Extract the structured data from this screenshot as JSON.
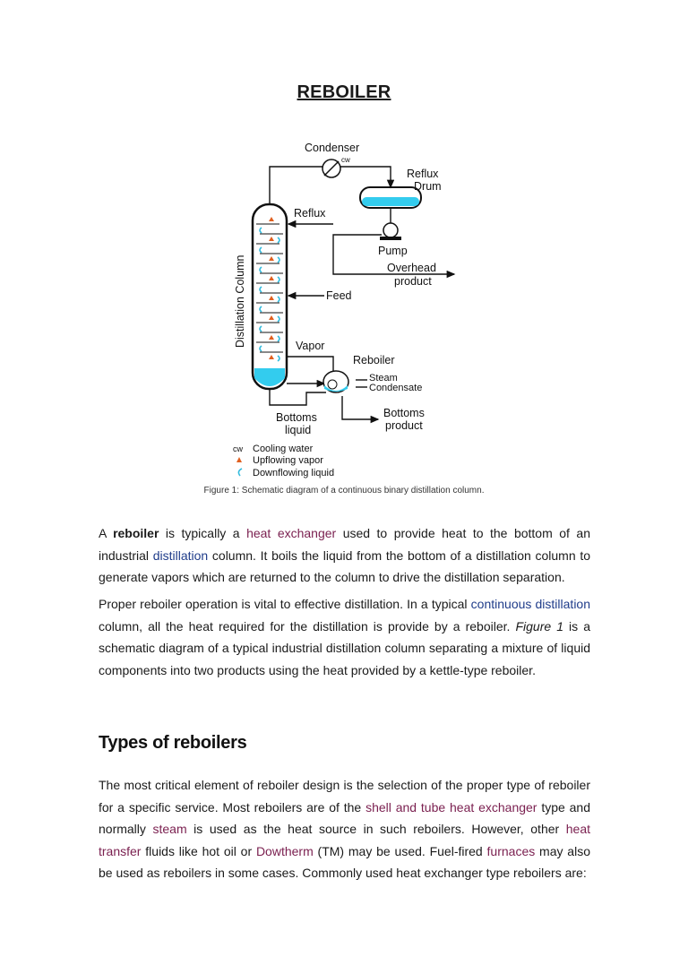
{
  "title": "REBOILER",
  "figure": {
    "labels": {
      "condenser": "Condenser",
      "cw": "cw",
      "reflux_drum_1": "Reflux",
      "reflux_drum_2": "Drum",
      "reflux": "Reflux",
      "pump": "Pump",
      "overhead_1": "Overhead",
      "overhead_2": "product",
      "feed": "Feed",
      "column": "Distillation Column",
      "vapor": "Vapor",
      "reboiler": "Reboiler",
      "steam": "Steam",
      "condensate": "Condensate",
      "bottoms_liquid_1": "Bottoms",
      "bottoms_liquid_2": "liquid",
      "bottoms_product_1": "Bottoms",
      "bottoms_product_2": "product"
    },
    "legend": {
      "cw_key": "cw",
      "cw_text": "Cooling water",
      "up_text": "Upflowing vapor",
      "down_text": "Downflowing liquid"
    },
    "colors": {
      "liquid": "#33ccee",
      "upflow": "#e06020",
      "downflow": "#33bbdd"
    }
  },
  "caption": "Figure 1: Schematic diagram of a continuous binary distillation column.",
  "paragraph1": {
    "t1": "A ",
    "bold": "reboiler",
    "t2": " is typically a ",
    "link1": "heat exchanger",
    "t3": " used to provide heat to the bottom of an industrial ",
    "link2": "distillation",
    "t4": " column. It boils the liquid from the bottom of a distillation column to generate vapors which are returned to the column to drive the distillation separation."
  },
  "paragraph2": {
    "t1": "Proper reboiler operation is vital to effective distillation. In a typical ",
    "link1": "continuous distillation",
    "t2": " column, all the heat required for the distillation is provide by a reboiler. ",
    "italic": "Figure 1",
    "t3": " is a schematic diagram of a typical industrial distillation column separating a mixture of liquid components into two products using the heat provided by a kettle-type reboiler."
  },
  "section_heading": "Types of reboilers",
  "paragraph3": {
    "t1": "The most critical element of reboiler design is the selection of the proper type of reboiler for a specific service. Most reboilers are of the ",
    "link1": "shell and tube heat exchanger",
    "t2": " type and normally ",
    "link2": "steam",
    "t3": " is used as the heat source in such reboilers. However, other ",
    "link3": "heat transfer",
    "t4": " fluids like hot oil or ",
    "link4": "Dowtherm",
    "t5": " (TM) may be used. Fuel-fired ",
    "link5": "furnaces",
    "t6": " may also be used as reboilers in some cases. Commonly used heat exchanger type reboilers are:"
  }
}
